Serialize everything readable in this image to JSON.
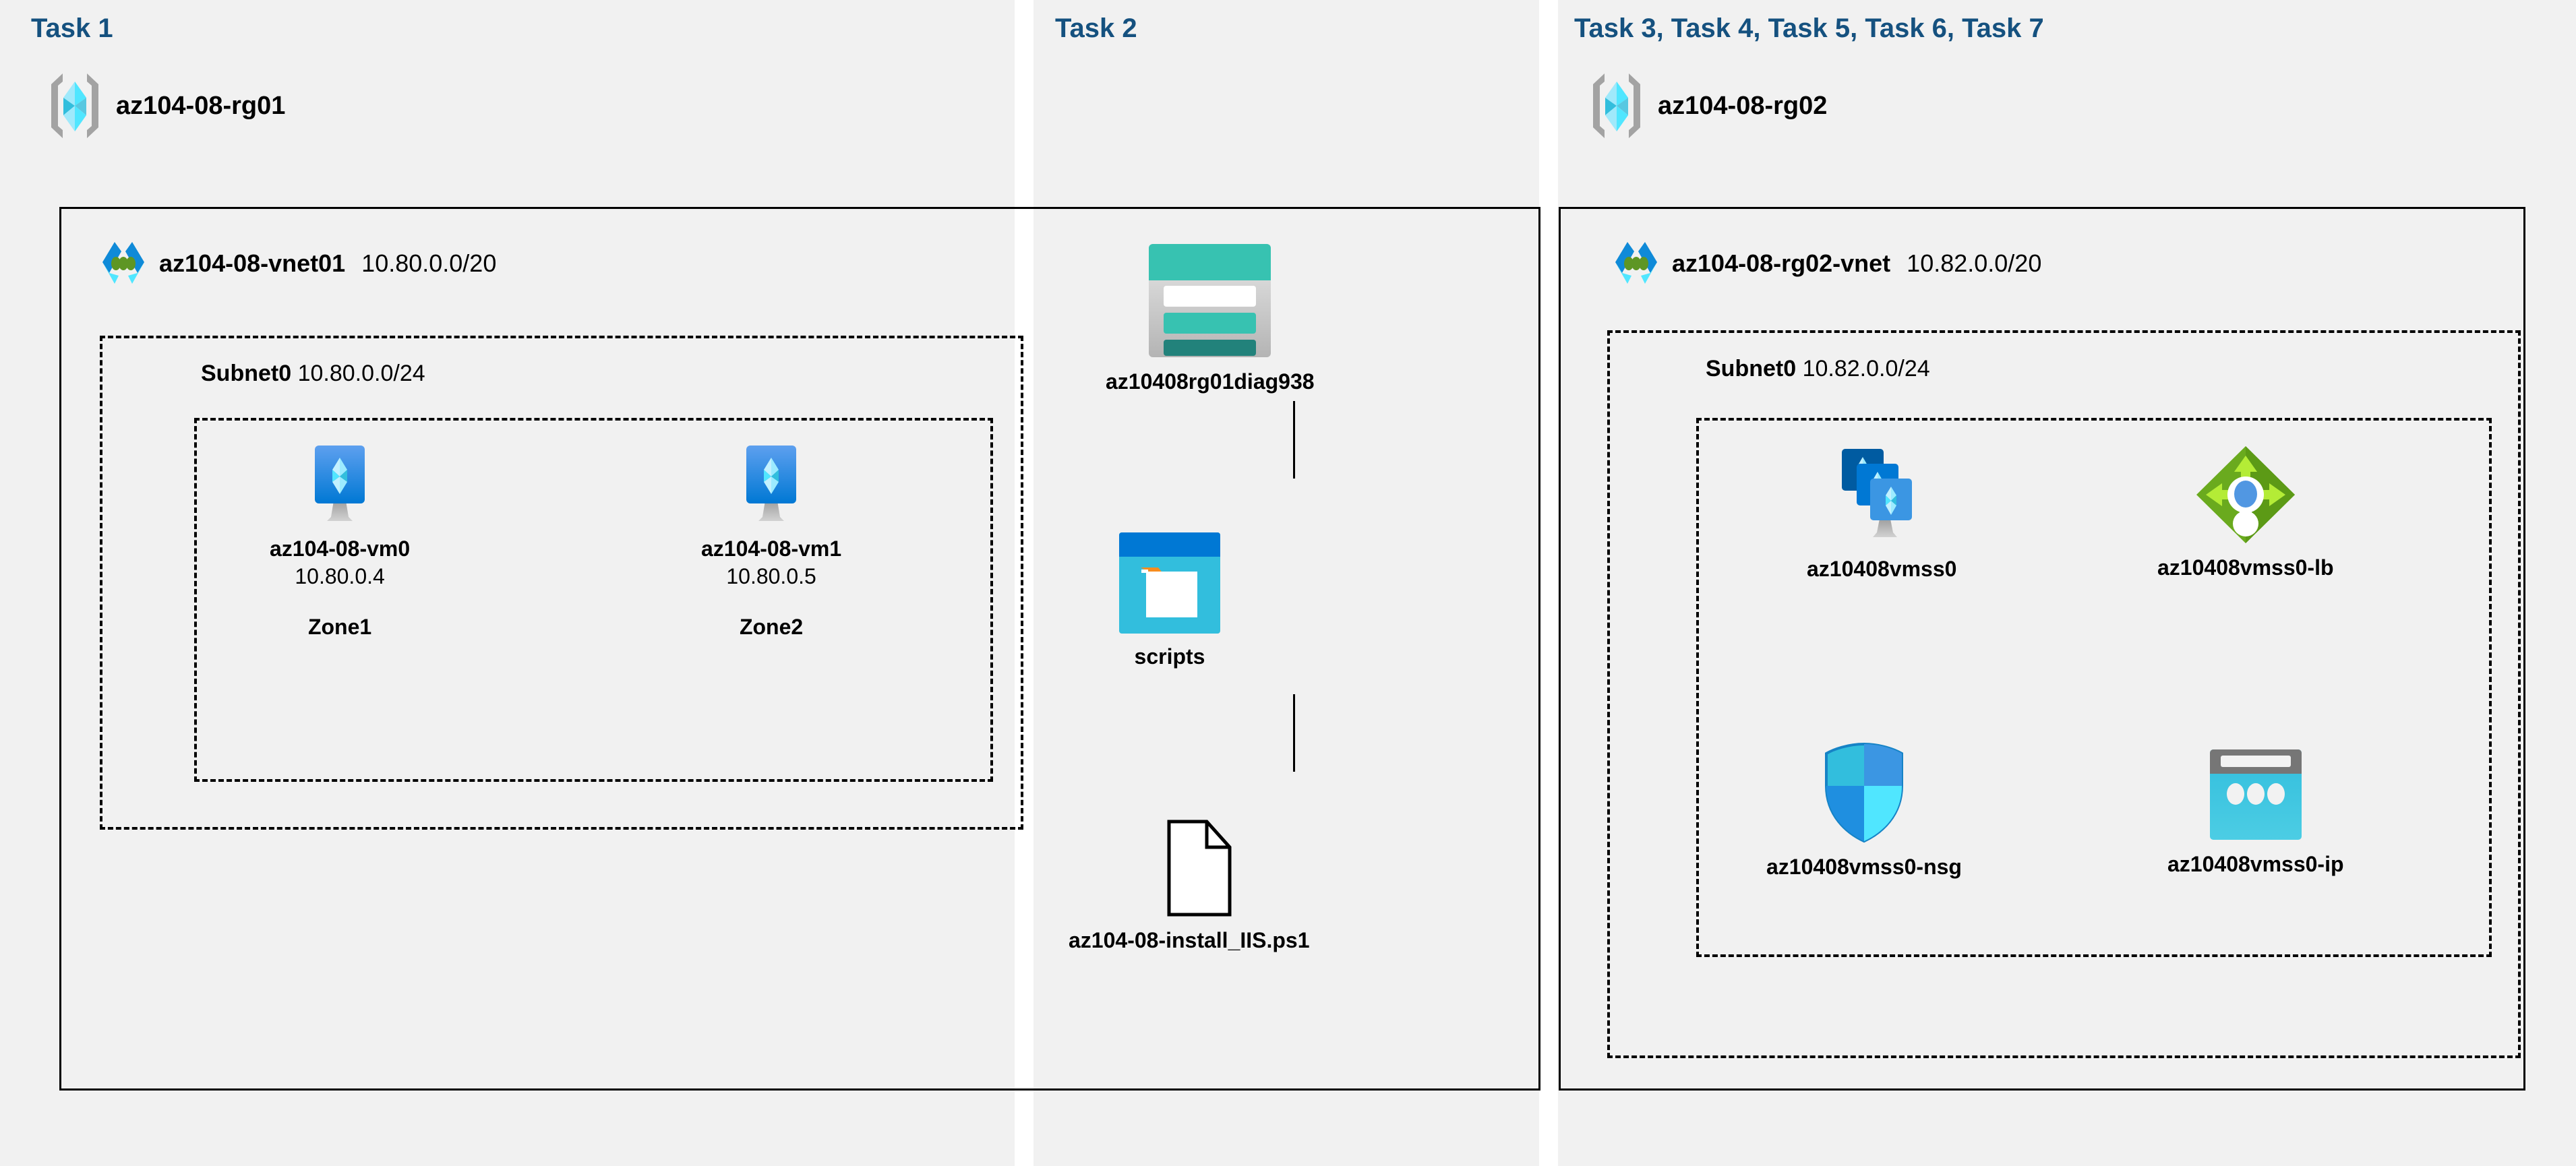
{
  "diagram": {
    "title_color": "#15517f",
    "panel_bg": "#f1f1f1"
  },
  "panels": [
    {
      "id": "task1",
      "title": "Task 1",
      "resource_group": {
        "name": "az104-08-rg01",
        "icon": "resource-group-icon"
      },
      "vnet": {
        "name": "az104-08-vnet01",
        "cidr": "10.80.0.0/20",
        "icon": "virtual-network-icon"
      },
      "subnet": {
        "name": "Subnet0",
        "cidr": "10.80.0.0/24"
      },
      "vms": [
        {
          "name": "az104-08-vm0",
          "ip": "10.80.0.4",
          "zone": "Zone1",
          "icon": "virtual-machine-icon"
        },
        {
          "name": "az104-08-vm1",
          "ip": "10.80.0.5",
          "zone": "Zone2",
          "icon": "virtual-machine-icon"
        }
      ]
    },
    {
      "id": "task2",
      "title": "Task 2",
      "storage_account": {
        "name": "az10408rg01diag938",
        "icon": "storage-account-icon"
      },
      "container": {
        "name": "scripts",
        "icon": "blob-container-icon"
      },
      "file": {
        "name": "az104-08-install_IIS.ps1",
        "icon": "file-icon"
      }
    },
    {
      "id": "task3",
      "title": "Task 3, Task 4, Task 5, Task 6, Task 7",
      "resource_group": {
        "name": "az104-08-rg02",
        "icon": "resource-group-icon"
      },
      "vnet": {
        "name": "az104-08-rg02-vnet",
        "cidr": "10.82.0.0/20",
        "icon": "virtual-network-icon"
      },
      "subnet": {
        "name": "Subnet0",
        "cidr": "10.82.0.0/24"
      },
      "resources": [
        {
          "name": "az10408vmss0",
          "icon": "vm-scale-set-icon"
        },
        {
          "name": "az10408vmss0-lb",
          "icon": "load-balancer-icon"
        },
        {
          "name": "az10408vmss0-nsg",
          "icon": "network-security-group-icon"
        },
        {
          "name": "az10408vmss0-ip",
          "icon": "public-ip-address-icon"
        }
      ]
    }
  ]
}
